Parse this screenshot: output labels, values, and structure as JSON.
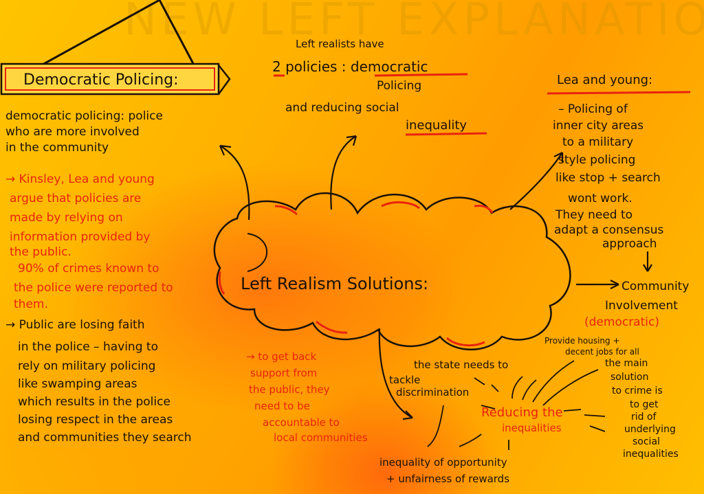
{
  "background_text": "NEW LEFT EXPLANATIONS",
  "democratic_policing": {
    "banner": "Democratic Policing:",
    "definition": [
      "democratic policing: police",
      "who are more involved",
      "in the community"
    ],
    "kinsley": [
      "→ Kinsley, Lea and young",
      "argue that policies are",
      "made by relying on",
      "information provided by",
      "the public.",
      "90% of crimes known to",
      "the police were reported to",
      "them."
    ],
    "faith": [
      "→ Public are losing faith",
      "in the police – having to",
      "rely on military policing",
      "like swamping areas",
      "which results in the police",
      "losing respect in the areas",
      "and communities they search"
    ]
  },
  "policies": {
    "line1": "Left realists have",
    "num": "2",
    "line2a": " policies : ",
    "line2b": "democratic",
    "line3": "Policing",
    "line4": "and reducing social",
    "line5": "inequality"
  },
  "cloud_title": "Left Realism Solutions:",
  "lea_young": {
    "heading": "Lea and young:",
    "lines": [
      "– Policing of",
      "inner city areas",
      "to a military",
      "style policing",
      "like stop + search",
      "wont work.",
      "They need to",
      "adapt a consensus",
      "approach"
    ]
  },
  "community": {
    "line1": "Community",
    "line2": "Involvement",
    "line3": "(democratic)"
  },
  "support": [
    "→ to get back",
    "support from",
    "the public, they",
    "need to be",
    "accountable to",
    "local communities"
  ],
  "inequalities": {
    "center": [
      "Reducing the",
      "inequalities"
    ],
    "state": [
      "the state needs to",
      "tackle",
      "discrimination"
    ],
    "housing": [
      "Provide housing +",
      "decent jobs for all"
    ],
    "solution": [
      "the main",
      "solution",
      "to crime is",
      "to get",
      "rid of",
      "underlying",
      "social",
      "inequalities"
    ],
    "opportunity": [
      "inequality of opportunity",
      "+ unfairness of rewards"
    ]
  }
}
